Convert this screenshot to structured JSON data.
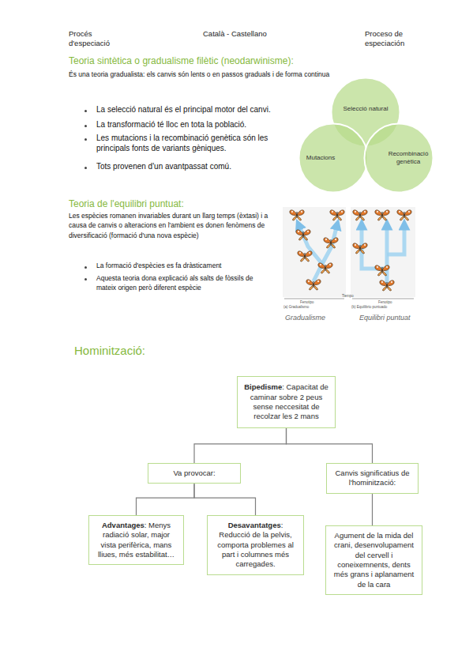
{
  "diagram": {
    "nodes": [
      {
        "text": [
          "Selecció natural"
        ]
      },
      {
        "text": [
          "Mutacions"
        ]
      },
      {
        "text": [
          "Recombinació genètica"
        ]
      },
      {
        "text": [
          "Bipedisme",
          ": Capacitat de caminar sobre 2 peus sense neccesitat de recolzar les 2 mans"
        ]
      },
      {
        "text": [
          "Va provocar:"
        ]
      },
      {
        "text": [
          "Canvis significatius de l'hominització:"
        ]
      },
      {
        "text": [
          "Advantages",
          ": Menys radiació solar, major vista perifèrica, mans lliues, més estabilitat…"
        ]
      },
      {
        "text": [
          "Desavantatges",
          ": Reducció de la pelvis, comporta problemes al part i columnes més carregades."
        ]
      },
      {
        "text": [
          "Agument de la mida del crani, desenvolupament del cervell i coneixemnents, dents més grans i aplanament de la cara"
        ]
      }
    ],
    "edges": [
      {
        "from": 3,
        "to": 4,
        "arrow": "none"
      },
      {
        "from": 3,
        "to": 5,
        "arrow": "none"
      },
      {
        "from": 4,
        "to": 6,
        "arrow": "none"
      },
      {
        "from": 4,
        "to": 7,
        "arrow": "none"
      },
      {
        "from": 5,
        "to": 8,
        "arrow": "none"
      }
    ],
    "labels": [
      "Procés d'especiació",
      "Català - Castellano",
      "Proceso de especiación",
      "Teoria sintètica o gradualisme filètic (neodarwinisme):",
      "És una teoria gradualista: els canvis són lents o en passos graduals i de forma continua",
      "La selecció natural és el principal motor del canvi.",
      "La transformació té lloc en tota la població.",
      "Les mutacions i la recombinació genètica són les principals fonts de variants gèniques.",
      "Tots provenen d'un avantpassat comú.",
      "Teoria de l'equilibri puntuat:",
      "Les espècies romanen invariables durant un llarg temps (èxtasi) i a causa de canvis o alteracions en l'ambient es donen fenòmens de diversificació (formació d'una nova espècie)",
      "La formació d'espècies es fa dràsticament",
      "Aquesta teoria dona explicació als salts de fòssils de mateix origen però diferent espècie",
      "Tiempo",
      "Fenotipo",
      "Fenotipo",
      "(a) Gradualismo",
      "(b) Equilibrio puntuado",
      "Gradualisme",
      "Equilibri puntuat",
      "Hominització:"
    ]
  }
}
